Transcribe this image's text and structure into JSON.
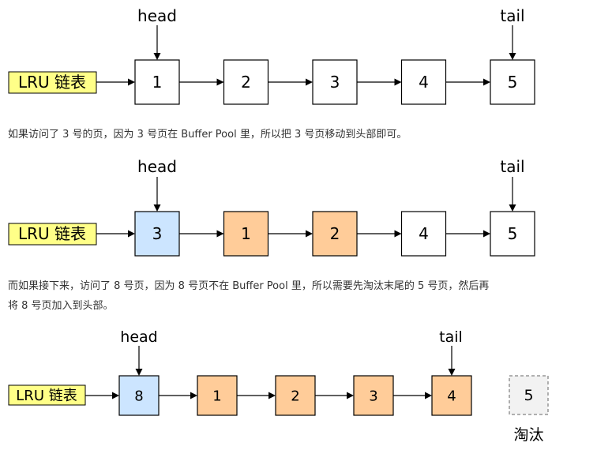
{
  "colors": {
    "label_fill": "#ffff88",
    "plain": "#ffffff",
    "accessed": "#cce5ff",
    "moved": "#ffcc99",
    "evicted": "#f2f2f2",
    "stroke": "#000000",
    "evicted_stroke": "#666666"
  },
  "diagram1": {
    "list_label": "LRU 链表",
    "head_label": "head",
    "tail_label": "tail",
    "nodes": [
      {
        "value": "1",
        "state": "plain"
      },
      {
        "value": "2",
        "state": "plain"
      },
      {
        "value": "3",
        "state": "plain"
      },
      {
        "value": "4",
        "state": "plain"
      },
      {
        "value": "5",
        "state": "plain"
      }
    ]
  },
  "caption1": "如果访问了 3 号的页，因为 3 号页在 Buffer Pool 里，所以把 3 号页移动到头部即可。",
  "diagram2": {
    "list_label": "LRU 链表",
    "head_label": "head",
    "tail_label": "tail",
    "nodes": [
      {
        "value": "3",
        "state": "accessed"
      },
      {
        "value": "1",
        "state": "moved"
      },
      {
        "value": "2",
        "state": "moved"
      },
      {
        "value": "4",
        "state": "plain"
      },
      {
        "value": "5",
        "state": "plain"
      }
    ]
  },
  "caption2": {
    "line1": "而如果接下来，访问了 8 号页，因为 8 号页不在 Buffer Pool 里，所以需要先淘汰末尾的 5 号页，然后再",
    "line2": "将 8 号页加入到头部。"
  },
  "diagram3": {
    "list_label": "LRU 链表",
    "head_label": "head",
    "tail_label": "tail",
    "nodes": [
      {
        "value": "8",
        "state": "accessed"
      },
      {
        "value": "1",
        "state": "moved"
      },
      {
        "value": "2",
        "state": "moved"
      },
      {
        "value": "3",
        "state": "moved"
      },
      {
        "value": "4",
        "state": "moved"
      }
    ],
    "evicted_value": "5",
    "evicted_label": "淘汰"
  }
}
